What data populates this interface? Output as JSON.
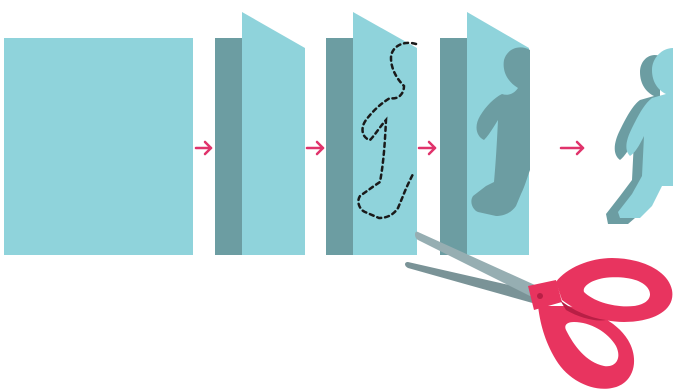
{
  "colors": {
    "background": "#ffffff",
    "paper": "#8fd3db",
    "paper_shadow": "#6c9da2",
    "arrow": "#e0336b",
    "scissor_handle": "#e8345f",
    "scissor_handle_dark": "#b81f45",
    "blade": "#96aeb2",
    "blade_dark": "#7a9397",
    "dashed_line": "#1a1a1a"
  },
  "steps": [
    {
      "id": "step-1",
      "description": "paper-sheet"
    },
    {
      "id": "step-2",
      "description": "folded-paper"
    },
    {
      "id": "step-3",
      "description": "folded-paper-with-dashed-half-figure"
    },
    {
      "id": "step-4",
      "description": "folded-paper-cut-half-figure"
    },
    {
      "id": "step-5",
      "description": "unfolded-paper-person"
    }
  ],
  "icons": {
    "arrow": "arrow-right-icon",
    "scissors": "scissors-icon"
  }
}
